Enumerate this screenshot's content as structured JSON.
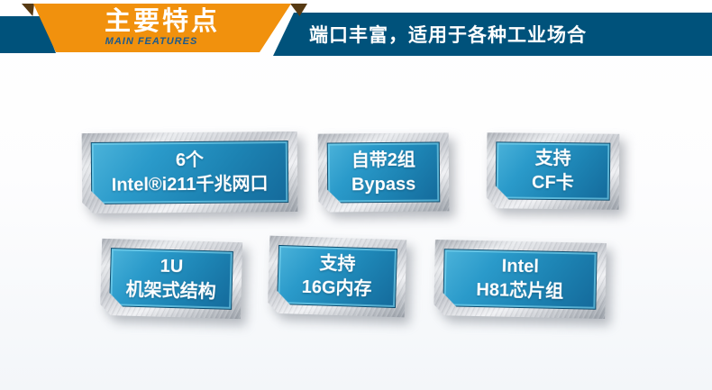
{
  "header": {
    "title_cn": "主要特点",
    "title_en": "MAIN FEATURES",
    "banner_text": "端口丰富，适用于各种工业场合"
  },
  "colors": {
    "ribbon_orange": "#f1910d",
    "banner_blue": "#00527b",
    "fold_brown": "#573a13",
    "subtitle_blue": "#1a5a8f",
    "panel_blue_light": "#4cb3da",
    "panel_blue_dark": "#14699a",
    "frame_silver": "#c6c9cf"
  },
  "features": [
    {
      "line1": "6个",
      "line2": "Intel®i211千兆网口"
    },
    {
      "line1": "自带2组",
      "line2": "Bypass"
    },
    {
      "line1": "支持",
      "line2": "CF卡"
    },
    {
      "line1": "1U",
      "line2": "机架式结构"
    },
    {
      "line1": "支持",
      "line2": "16G内存"
    },
    {
      "line1": "Intel",
      "line2": "H81芯片组"
    }
  ]
}
